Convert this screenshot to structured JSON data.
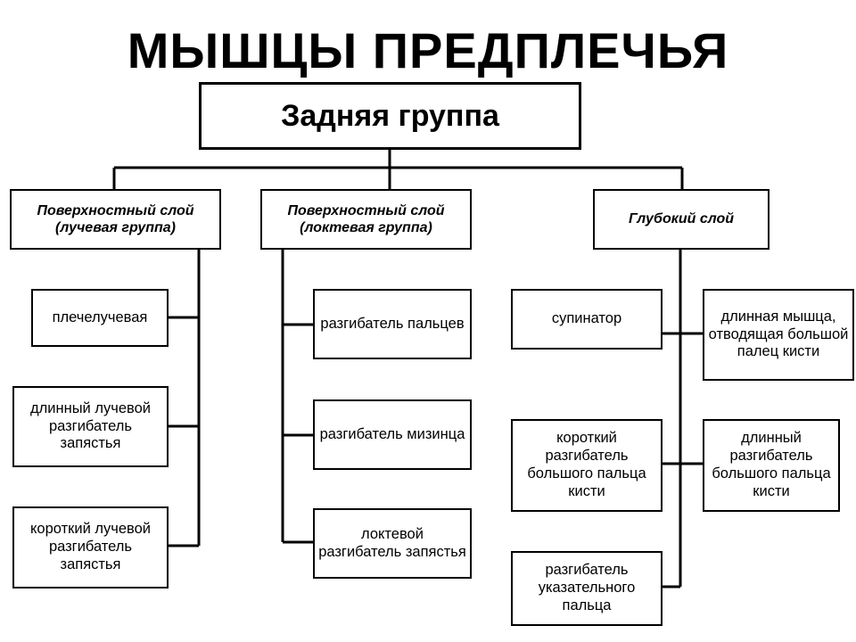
{
  "title": "МЫШЦЫ ПРЕДПЛЕЧЬЯ",
  "root": "Задняя группа",
  "groups": [
    {
      "label": "Поверхностный слой (лучевая группа)",
      "items": [
        "плечелучевая",
        "длинный лучевой разгибатель запястья",
        "короткий лучевой разгибатель запястья"
      ]
    },
    {
      "label": "Поверхностный слой (локтевая группа)",
      "items": [
        "разгибатель пальцев",
        "разгибатель мизинца",
        "локтевой разгибатель запястья"
      ]
    },
    {
      "label": "Глубокий слой",
      "items": [
        "супинатор",
        "короткий разгибатель большого пальца кисти",
        "разгибатель указательного пальца",
        "длинная мышца, отводящая большой палец кисти",
        "длинный разгибатель большого пальца кисти"
      ]
    }
  ]
}
